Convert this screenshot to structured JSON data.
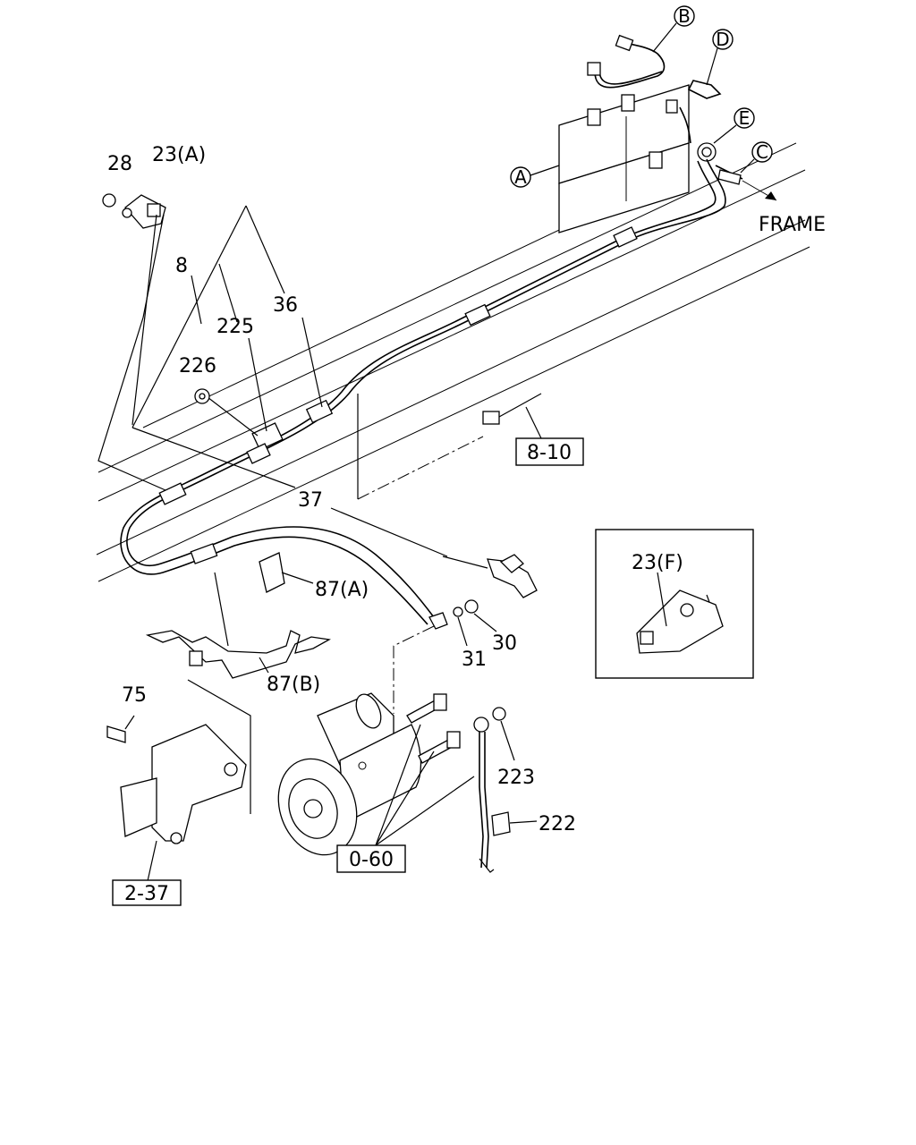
{
  "callouts": {
    "A": "A",
    "B": "B",
    "C": "C",
    "D": "D",
    "E": "E"
  },
  "labels": {
    "frame": "FRAME",
    "n28": "28",
    "n23a": "23(A)",
    "n8": "8",
    "n225": "225",
    "n36": "36",
    "n226": "226",
    "n37": "37",
    "n87a": "87(A)",
    "n87b": "87(B)",
    "n30": "30",
    "n31": "31",
    "n75": "75",
    "n223": "223",
    "n222": "222",
    "n23f": "23(F)"
  },
  "references": {
    "r810": "8-10",
    "r060": "0-60",
    "r237": "2-37"
  }
}
